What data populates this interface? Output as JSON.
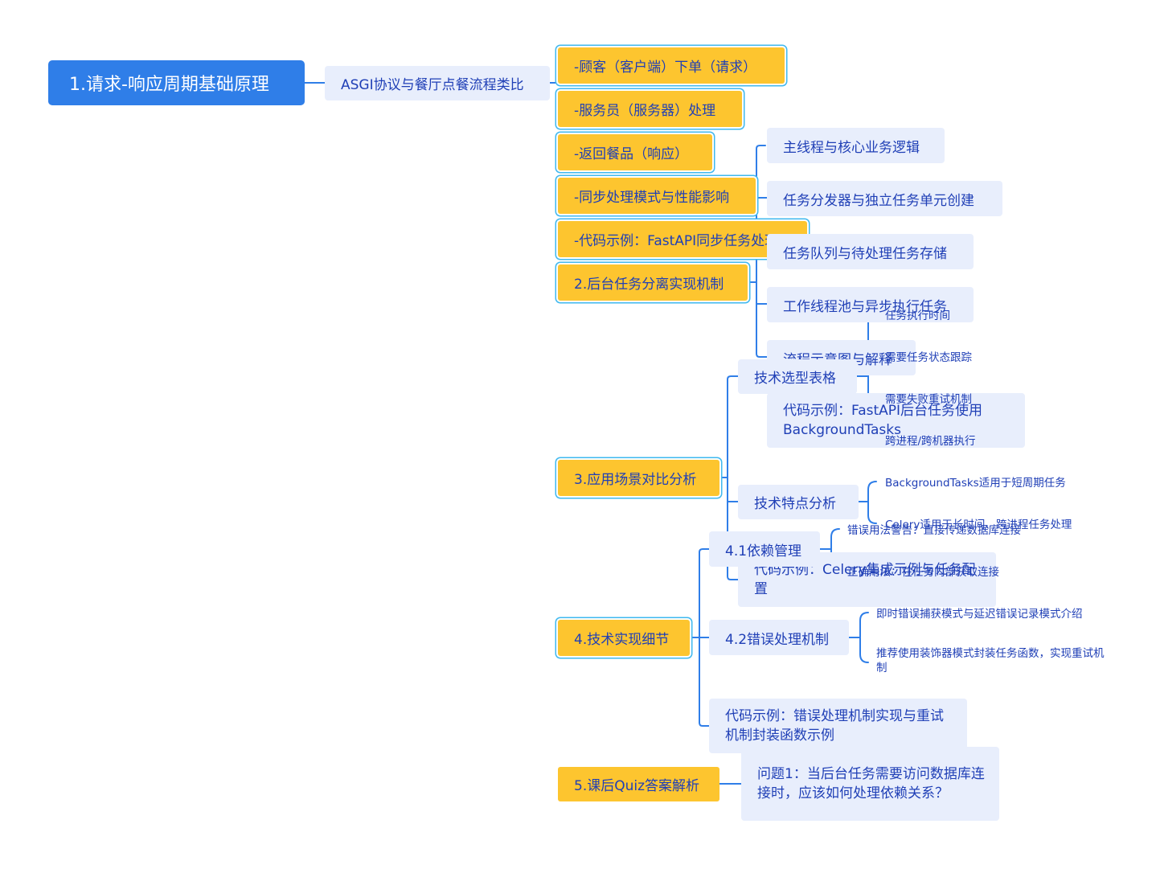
{
  "root": {
    "label": "1.请求-响应周期基础原理"
  },
  "asgi": {
    "label": "ASGI协议与餐厅点餐流程类比"
  },
  "branches": {
    "order": "-顾客（客户端）下单（请求）",
    "waiter": "-服务员（服务器）处理",
    "return": "-返回餐品（响应）",
    "sync": "-同步处理模式与性能影响",
    "code_sync": "-代码示例：FastAPI同步任务处理",
    "bg": "2.后台任务分离实现机制",
    "scenario": "3.应用场景对比分析",
    "tech": "4.技术实现细节",
    "quiz": "5.课后Quiz答案解析"
  },
  "bg_children": {
    "main_thread": "主线程与核心业务逻辑",
    "dispatcher": "任务分发器与独立任务单元创建",
    "queue": "任务队列与待处理任务存储",
    "worker": "工作线程池与异步执行任务",
    "flow": "流程示意图与解释",
    "code_bg": "代码示例：FastAPI后台任务使用BackgroundTasks"
  },
  "scenario_children": {
    "selection": "技术选型表格",
    "features": "技术特点分析",
    "code_celery": "代码示例：Celery集成示例与任务配置"
  },
  "selection_leaves": [
    "任务执行时间",
    "需要任务状态跟踪",
    "需要失败重试机制",
    "跨进程/跨机器执行"
  ],
  "feature_leaves": [
    "BackgroundTasks适用于短周期任务",
    "Celery适用于长时间、跨进程任务处理"
  ],
  "tech_children": {
    "dep": "4.1依赖管理",
    "err": "4.2错误处理机制",
    "code_err": "代码示例：错误处理机制实现与重试机制封装函数示例"
  },
  "dep_leaves": [
    "错误用法警告：直接传递数据库连接",
    "正确用法：在任务内部获取连接"
  ],
  "err_leaves": [
    "即时错误捕获模式与延迟错误记录模式介绍",
    "推荐使用装饰器模式封装任务函数，实现重试机制"
  ],
  "quiz_children": {
    "q1": "问题1：当后台任务需要访问数据库连接时，应该如何处理依赖关系？"
  },
  "colors": {
    "root": "#2f7ee8",
    "yellow": "#fdc52f",
    "topic_bg": "#e8eefc",
    "text": "#1f3fb6",
    "line": "#2f7ee8",
    "selected_outline": "#3fb8ef"
  }
}
